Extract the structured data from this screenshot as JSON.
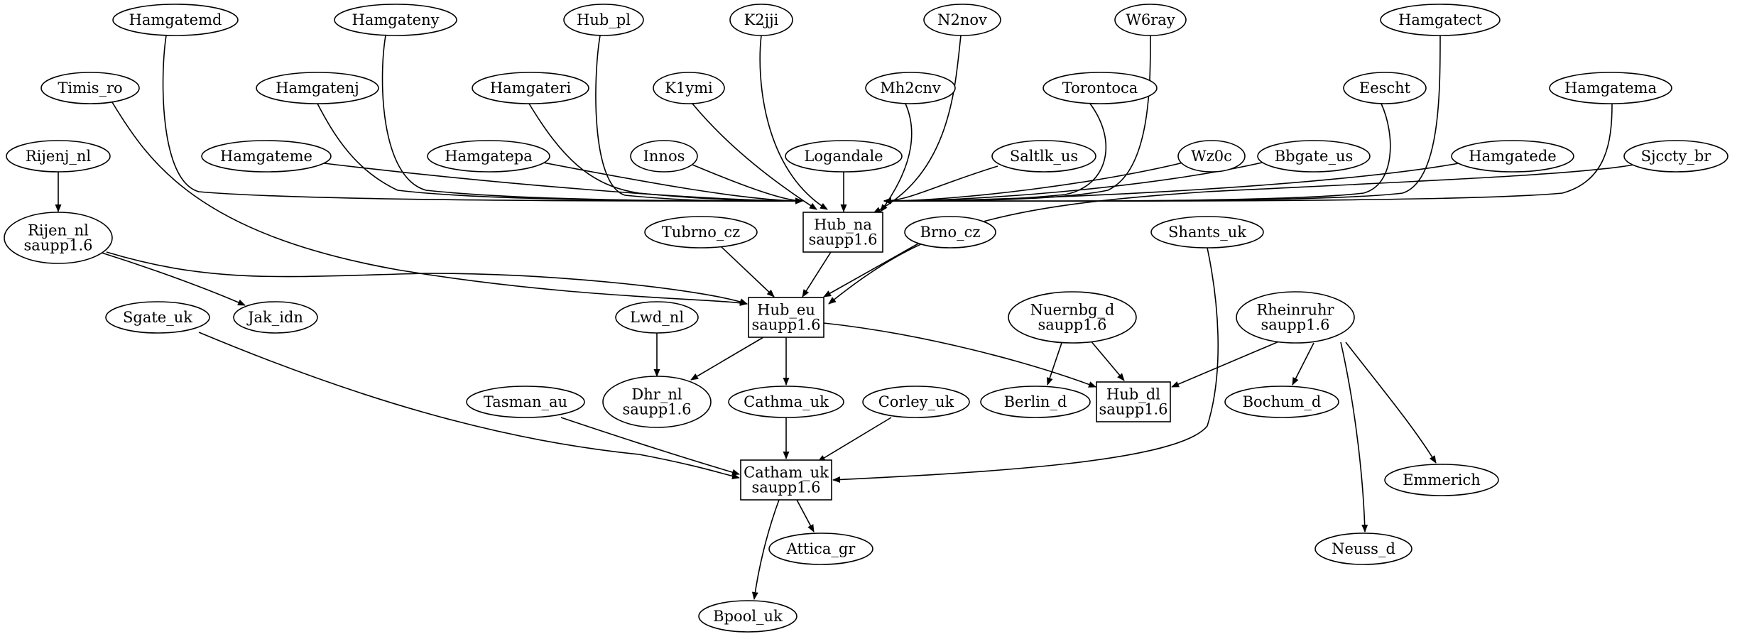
{
  "colors": {
    "background": "#ffffff",
    "stroke": "#000000",
    "text": "#000000"
  },
  "nodes": [
    {
      "id": "hamgatemd",
      "lines": [
        "Hamgatemd"
      ],
      "shape": "ellipse"
    },
    {
      "id": "hamgateny",
      "lines": [
        "Hamgateny"
      ],
      "shape": "ellipse"
    },
    {
      "id": "hub_pl",
      "lines": [
        "Hub_pl"
      ],
      "shape": "ellipse"
    },
    {
      "id": "k2jji",
      "lines": [
        "K2jji"
      ],
      "shape": "ellipse"
    },
    {
      "id": "n2nov",
      "lines": [
        "N2nov"
      ],
      "shape": "ellipse"
    },
    {
      "id": "w6ray",
      "lines": [
        "W6ray"
      ],
      "shape": "ellipse"
    },
    {
      "id": "hamgatect",
      "lines": [
        "Hamgatect"
      ],
      "shape": "ellipse"
    },
    {
      "id": "timis_ro",
      "lines": [
        "Timis_ro"
      ],
      "shape": "ellipse"
    },
    {
      "id": "hamgatenj",
      "lines": [
        "Hamgatenj"
      ],
      "shape": "ellipse"
    },
    {
      "id": "hamgateri",
      "lines": [
        "Hamgateri"
      ],
      "shape": "ellipse"
    },
    {
      "id": "k1ymi",
      "lines": [
        "K1ymi"
      ],
      "shape": "ellipse"
    },
    {
      "id": "mh2cnv",
      "lines": [
        "Mh2cnv"
      ],
      "shape": "ellipse"
    },
    {
      "id": "torontoca",
      "lines": [
        "Torontoca"
      ],
      "shape": "ellipse"
    },
    {
      "id": "eescht",
      "lines": [
        "Eescht"
      ],
      "shape": "ellipse"
    },
    {
      "id": "hamgatema",
      "lines": [
        "Hamgatema"
      ],
      "shape": "ellipse"
    },
    {
      "id": "rijenj_nl",
      "lines": [
        "Rijenj_nl"
      ],
      "shape": "ellipse"
    },
    {
      "id": "hamgateme",
      "lines": [
        "Hamgateme"
      ],
      "shape": "ellipse"
    },
    {
      "id": "hamgatepa",
      "lines": [
        "Hamgatepa"
      ],
      "shape": "ellipse"
    },
    {
      "id": "innos",
      "lines": [
        "Innos"
      ],
      "shape": "ellipse"
    },
    {
      "id": "logandale",
      "lines": [
        "Logandale"
      ],
      "shape": "ellipse"
    },
    {
      "id": "saltlk_us",
      "lines": [
        "Saltlk_us"
      ],
      "shape": "ellipse"
    },
    {
      "id": "wz0c",
      "lines": [
        "Wz0c"
      ],
      "shape": "ellipse"
    },
    {
      "id": "bbgate_us",
      "lines": [
        "Bbgate_us"
      ],
      "shape": "ellipse"
    },
    {
      "id": "hamgatede",
      "lines": [
        "Hamgatede"
      ],
      "shape": "ellipse"
    },
    {
      "id": "sjccty_br",
      "lines": [
        "Sjccty_br"
      ],
      "shape": "ellipse"
    },
    {
      "id": "rijen_nl",
      "lines": [
        "Rijen_nl",
        "saupp1.6"
      ],
      "shape": "ellipse"
    },
    {
      "id": "hub_na",
      "lines": [
        "Hub_na",
        "saupp1.6"
      ],
      "shape": "box"
    },
    {
      "id": "tubrno_cz",
      "lines": [
        "Tubrno_cz"
      ],
      "shape": "ellipse"
    },
    {
      "id": "brno_cz",
      "lines": [
        "Brno_cz"
      ],
      "shape": "ellipse"
    },
    {
      "id": "shants_uk",
      "lines": [
        "Shants_uk"
      ],
      "shape": "ellipse"
    },
    {
      "id": "sgate_uk",
      "lines": [
        "Sgate_uk"
      ],
      "shape": "ellipse"
    },
    {
      "id": "jak_idn",
      "lines": [
        "Jak_idn"
      ],
      "shape": "ellipse"
    },
    {
      "id": "lwd_nl",
      "lines": [
        "Lwd_nl"
      ],
      "shape": "ellipse"
    },
    {
      "id": "hub_eu",
      "lines": [
        "Hub_eu",
        "saupp1.6"
      ],
      "shape": "box"
    },
    {
      "id": "nuernbg_d",
      "lines": [
        "Nuernbg_d",
        "saupp1.6"
      ],
      "shape": "ellipse"
    },
    {
      "id": "rheinruhr",
      "lines": [
        "Rheinruhr",
        "saupp1.6"
      ],
      "shape": "ellipse"
    },
    {
      "id": "tasman_au",
      "lines": [
        "Tasman_au"
      ],
      "shape": "ellipse"
    },
    {
      "id": "dhr_nl",
      "lines": [
        "Dhr_nl",
        "saupp1.6"
      ],
      "shape": "ellipse"
    },
    {
      "id": "cathma_uk",
      "lines": [
        "Cathma_uk"
      ],
      "shape": "ellipse"
    },
    {
      "id": "corley_uk",
      "lines": [
        "Corley_uk"
      ],
      "shape": "ellipse"
    },
    {
      "id": "berlin_d",
      "lines": [
        "Berlin_d"
      ],
      "shape": "ellipse"
    },
    {
      "id": "hub_dl",
      "lines": [
        "Hub_dl",
        "saupp1.6"
      ],
      "shape": "box"
    },
    {
      "id": "bochum_d",
      "lines": [
        "Bochum_d"
      ],
      "shape": "ellipse"
    },
    {
      "id": "catham_uk",
      "lines": [
        "Catham_uk",
        "saupp1.6"
      ],
      "shape": "box"
    },
    {
      "id": "emmerich",
      "lines": [
        "Emmerich"
      ],
      "shape": "ellipse"
    },
    {
      "id": "attica_gr",
      "lines": [
        "Attica_gr"
      ],
      "shape": "ellipse"
    },
    {
      "id": "neuss_d",
      "lines": [
        "Neuss_d"
      ],
      "shape": "ellipse"
    },
    {
      "id": "bpool_uk",
      "lines": [
        "Bpool_uk"
      ],
      "shape": "ellipse"
    }
  ],
  "edges": [
    {
      "from": "hamgatemd",
      "to": "hub_na"
    },
    {
      "from": "hamgateny",
      "to": "hub_na"
    },
    {
      "from": "hub_pl",
      "to": "hub_na"
    },
    {
      "from": "k2jji",
      "to": "hub_na"
    },
    {
      "from": "n2nov",
      "to": "hub_na"
    },
    {
      "from": "w6ray",
      "to": "hub_na"
    },
    {
      "from": "hamgatect",
      "to": "hub_na"
    },
    {
      "from": "hamgatenj",
      "to": "hub_na"
    },
    {
      "from": "hamgateri",
      "to": "hub_na"
    },
    {
      "from": "k1ymi",
      "to": "hub_na"
    },
    {
      "from": "mh2cnv",
      "to": "hub_na"
    },
    {
      "from": "torontoca",
      "to": "hub_na"
    },
    {
      "from": "eescht",
      "to": "hub_na"
    },
    {
      "from": "hamgatema",
      "to": "hub_na"
    },
    {
      "from": "hamgateme",
      "to": "hub_na"
    },
    {
      "from": "hamgatepa",
      "to": "hub_na"
    },
    {
      "from": "innos",
      "to": "hub_na"
    },
    {
      "from": "logandale",
      "to": "hub_na"
    },
    {
      "from": "saltlk_us",
      "to": "hub_na"
    },
    {
      "from": "wz0c",
      "to": "hub_na"
    },
    {
      "from": "bbgate_us",
      "to": "hub_na"
    },
    {
      "from": "hamgatede",
      "to": "hub_na"
    },
    {
      "from": "rijenj_nl",
      "to": "rijen_nl"
    },
    {
      "from": "timis_ro",
      "to": "hub_eu"
    },
    {
      "from": "rijen_nl",
      "to": "hub_eu"
    },
    {
      "from": "rijen_nl",
      "to": "jak_idn"
    },
    {
      "from": "sjccty_br",
      "to": "hub_eu"
    },
    {
      "from": "hub_na",
      "to": "hub_eu"
    },
    {
      "from": "tubrno_cz",
      "to": "hub_eu"
    },
    {
      "from": "brno_cz",
      "to": "hub_eu"
    },
    {
      "from": "hub_eu",
      "to": "dhr_nl"
    },
    {
      "from": "lwd_nl",
      "to": "dhr_nl"
    },
    {
      "from": "hub_eu",
      "to": "cathma_uk"
    },
    {
      "from": "hub_eu",
      "to": "hub_dl"
    },
    {
      "from": "nuernbg_d",
      "to": "berlin_d"
    },
    {
      "from": "nuernbg_d",
      "to": "hub_dl"
    },
    {
      "from": "rheinruhr",
      "to": "hub_dl"
    },
    {
      "from": "rheinruhr",
      "to": "bochum_d"
    },
    {
      "from": "rheinruhr",
      "to": "emmerich"
    },
    {
      "from": "rheinruhr",
      "to": "neuss_d"
    },
    {
      "from": "sgate_uk",
      "to": "catham_uk"
    },
    {
      "from": "tasman_au",
      "to": "catham_uk"
    },
    {
      "from": "cathma_uk",
      "to": "catham_uk"
    },
    {
      "from": "corley_uk",
      "to": "catham_uk"
    },
    {
      "from": "shants_uk",
      "to": "catham_uk"
    },
    {
      "from": "catham_uk",
      "to": "attica_gr"
    },
    {
      "from": "catham_uk",
      "to": "bpool_uk"
    }
  ]
}
